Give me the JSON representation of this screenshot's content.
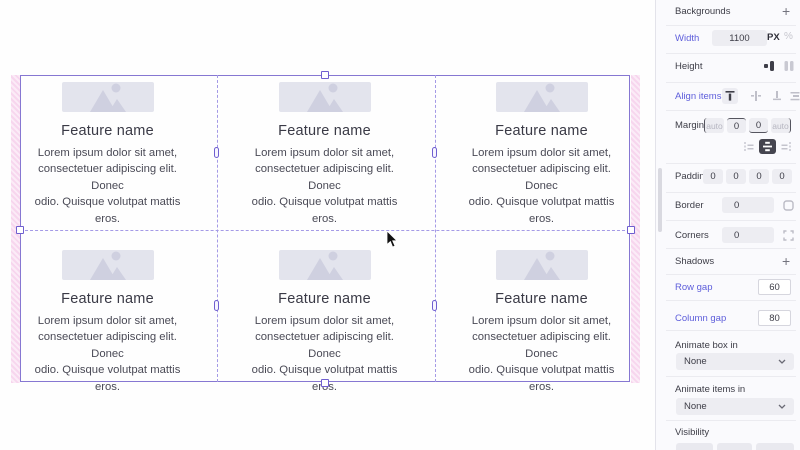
{
  "colors": {
    "accent_blue": "#5e5edb",
    "selection_purple": "#8677d2",
    "hatch_pink": "#f6d2ec",
    "sidebar_bg": "#fafafd"
  },
  "canvas": {
    "cards": [
      {
        "title": "Feature name",
        "body_lines": [
          "Lorem ipsum dolor sit amet,",
          "consectetuer adipiscing elit. Donec",
          "odio. Quisque volutpat mattis eros."
        ]
      },
      {
        "title": "Feature name",
        "body_lines": [
          "Lorem ipsum dolor sit amet,",
          "consectetuer adipiscing elit. Donec",
          "odio. Quisque volutpat mattis eros."
        ]
      },
      {
        "title": "Feature name",
        "body_lines": [
          "Lorem ipsum dolor sit amet,",
          "consectetuer adipiscing elit. Donec",
          "odio. Quisque volutpat mattis eros."
        ]
      },
      {
        "title": "Feature name",
        "body_lines": [
          "Lorem ipsum dolor sit amet,",
          "consectetuer adipiscing elit. Donec",
          "odio. Quisque volutpat mattis eros."
        ]
      },
      {
        "title": "Feature name",
        "body_lines": [
          "Lorem ipsum dolor sit amet,",
          "consectetuer adipiscing elit. Donec",
          "odio. Quisque volutpat mattis eros."
        ]
      },
      {
        "title": "Feature name",
        "body_lines": [
          "Lorem ipsum dolor sit amet,",
          "consectetuer adipiscing elit. Donec",
          "odio. Quisque volutpat mattis eros."
        ]
      }
    ]
  },
  "sidebar": {
    "backgrounds": {
      "label": "Backgrounds",
      "add_label": "+"
    },
    "width": {
      "label": "Width",
      "value": "1100",
      "unit_px": "PX",
      "unit_percent": "%"
    },
    "height": {
      "label": "Height"
    },
    "align_items": {
      "label": "Align items"
    },
    "margin": {
      "label": "Margin",
      "values": [
        "auto",
        "0",
        "0",
        "auto"
      ]
    },
    "padding": {
      "label": "Padding",
      "values": [
        "0",
        "0",
        "0",
        "0"
      ]
    },
    "border": {
      "label": "Border",
      "value": "0"
    },
    "corners": {
      "label": "Corners",
      "value": "0"
    },
    "shadows": {
      "label": "Shadows",
      "add_label": "+"
    },
    "row_gap": {
      "label": "Row gap",
      "value": "60"
    },
    "column_gap": {
      "label": "Column gap",
      "value": "80"
    },
    "animate_box": {
      "label": "Animate box in",
      "value": "None"
    },
    "animate_items": {
      "label": "Animate items in",
      "value": "None"
    },
    "visibility": {
      "label": "Visibility"
    }
  }
}
